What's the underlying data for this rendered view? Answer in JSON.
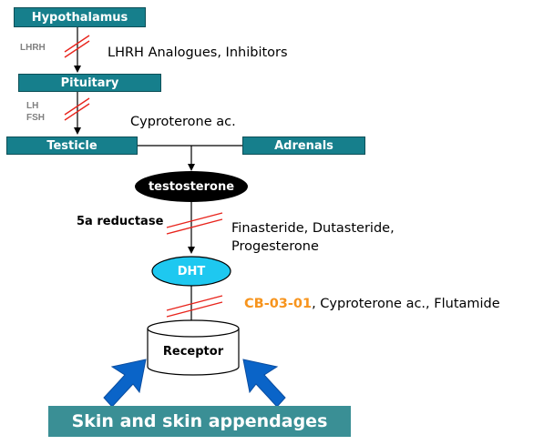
{
  "nodes": {
    "hypothalamus": "Hypothalamus",
    "pituitary": "Pituitary",
    "testicle": "Testicle",
    "adrenals": "Adrenals",
    "testosterone": "testosterone",
    "dht": "DHT",
    "receptor": "Receptor"
  },
  "hormone_labels": {
    "lhrh": "LHRH",
    "lh": "LH",
    "fsh": "FSH",
    "reductase": "5a reductase"
  },
  "inhibitors": {
    "lhrh_analogues": "LHRH Analogues, Inhibitors",
    "cyproterone": "Cyproterone ac.",
    "finasteride_line1": "Finasteride, Dutasteride,",
    "finasteride_line2": "Progesterone",
    "cb_highlight": "CB-03-01",
    "receptor_blockers": ", Cyproterone ac., Flutamide"
  },
  "banner": "Skin and skin appendages",
  "colors": {
    "box_teal": "#167F8C",
    "banner_teal": "#3A8F95",
    "dht_cyan": "#1EC8F0",
    "inhibit_red": "#E8241C",
    "highlight_orange": "#F7941D",
    "arrow_blue": "#0A64C8"
  }
}
